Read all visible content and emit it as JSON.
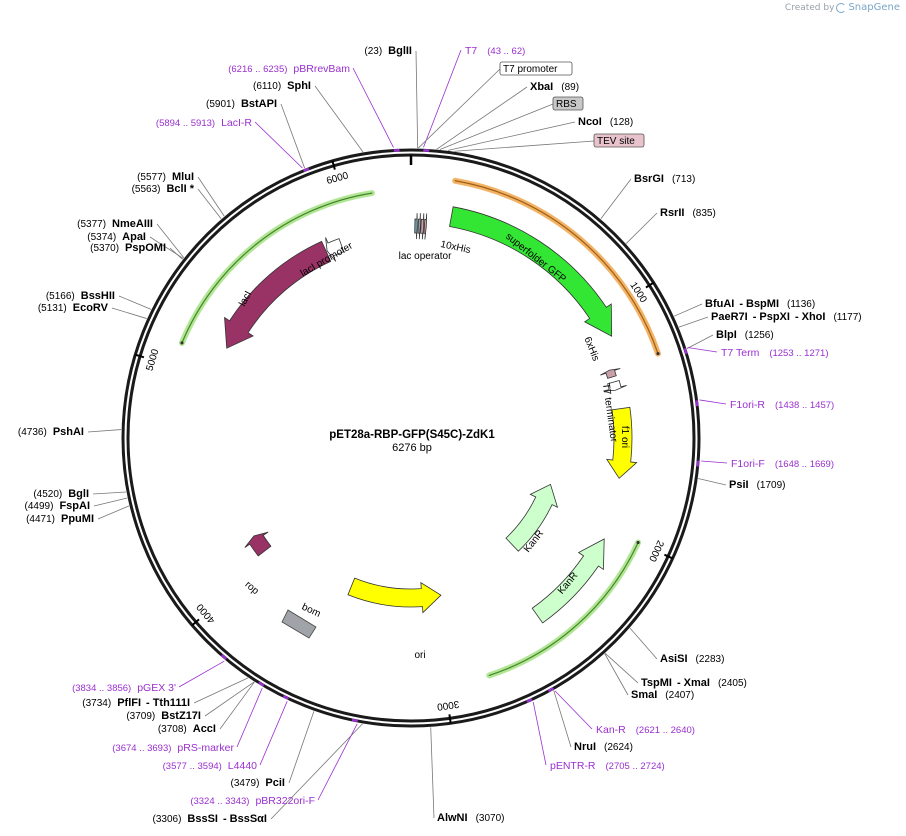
{
  "credit": {
    "prefix": "Created by",
    "brand": "SnapGene"
  },
  "plasmid": {
    "name": "pET28a-RBP-GFP(S45C)-ZdK1",
    "size": "6276 bp",
    "length": 6276
  },
  "ticks": [
    {
      "pos": 1000,
      "label": "1000"
    },
    {
      "pos": 2000,
      "label": "2000"
    },
    {
      "pos": 3000,
      "label": "3000"
    },
    {
      "pos": 4000,
      "label": "4000"
    },
    {
      "pos": 5000,
      "label": "5000"
    },
    {
      "pos": 6000,
      "label": "6000"
    }
  ],
  "sites_left": [
    {
      "name": "BglII",
      "pos": "(23)",
      "bp": 23
    },
    {
      "name": "SphI",
      "pos": "(6110)",
      "bp": 6110
    },
    {
      "name": "BstAPI",
      "pos": "(5901)",
      "bp": 5901
    },
    {
      "name": "MluI",
      "pos": "(5577)",
      "bp": 5577
    },
    {
      "name": "BclI *",
      "pos": "(5563)",
      "bp": 5563
    },
    {
      "name": "NmeAIII",
      "pos": "(5377)",
      "bp": 5377
    },
    {
      "name": "ApaI",
      "pos": "(5374)",
      "bp": 5374
    },
    {
      "name": "PspOMI",
      "pos": "(5370)",
      "bp": 5370
    },
    {
      "name": "BssHII",
      "pos": "(5166)",
      "bp": 5166
    },
    {
      "name": "EcoRV",
      "pos": "(5131)",
      "bp": 5131
    },
    {
      "name": "PshAI",
      "pos": "(4736)",
      "bp": 4736
    },
    {
      "name": "BglI",
      "pos": "(4520)",
      "bp": 4520
    },
    {
      "name": "FspAI",
      "pos": "(4499)",
      "bp": 4499
    },
    {
      "name": "PpuMI",
      "pos": "(4471)",
      "bp": 4471
    },
    {
      "name": "PflFI",
      "name2": "Tth111I",
      "pos": "(3734)",
      "bp": 3734
    },
    {
      "name": "BstZ17I",
      "pos": "(3709)",
      "bp": 3709
    },
    {
      "name": "AccI",
      "pos": "(3708)",
      "bp": 3708
    },
    {
      "name": "PciI",
      "pos": "(3479)",
      "bp": 3479
    },
    {
      "name": "BssSI",
      "name2": "BssSαI",
      "pos": "(3306)",
      "bp": 3306
    }
  ],
  "sites_right": [
    {
      "name": "XbaI",
      "pos": "(89)",
      "bp": 89
    },
    {
      "name": "NcoI",
      "pos": "(128)",
      "bp": 128
    },
    {
      "name": "BsrGI",
      "pos": "(713)",
      "bp": 713
    },
    {
      "name": "RsrII",
      "pos": "(835)",
      "bp": 835
    },
    {
      "name": "BfuAI",
      "name2": "BspMI",
      "pos": "(1136)",
      "bp": 1136
    },
    {
      "name": "PaeR7I",
      "name2": "PspXI",
      "name3": "XhoI",
      "pos": "(1177)",
      "bp": 1177
    },
    {
      "name": "BlpI",
      "pos": "(1256)",
      "bp": 1256
    },
    {
      "name": "PsiI",
      "pos": "(1709)",
      "bp": 1709
    },
    {
      "name": "AsiSI",
      "pos": "(2283)",
      "bp": 2283
    },
    {
      "name": "TspMI",
      "name2": "XmaI",
      "pos": "(2405)",
      "bp": 2405
    },
    {
      "name": "SmaI",
      "pos": "(2407)",
      "bp": 2407
    },
    {
      "name": "NruI",
      "pos": "(2624)",
      "bp": 2624
    },
    {
      "name": "AlwNI",
      "pos": "(3070)",
      "bp": 3070
    }
  ],
  "primers": [
    {
      "name": "T7",
      "range": "(43 .. 62)"
    },
    {
      "name": "pBRrevBam",
      "range": "(6216 .. 6235)"
    },
    {
      "name": "LacI-R",
      "range": "(5894 .. 5913)"
    },
    {
      "name": "T7 Term",
      "range": "(1253 .. 1271)"
    },
    {
      "name": "F1ori-R",
      "range": "(1438 .. 1457)"
    },
    {
      "name": "F1ori-F",
      "range": "(1648 .. 1669)"
    },
    {
      "name": "Kan-R",
      "range": "(2621 .. 2640)"
    },
    {
      "name": "pENTR-R",
      "range": "(2705 .. 2724)"
    },
    {
      "name": "pGEX 3'",
      "range": "(3834 .. 3856)"
    },
    {
      "name": "pRS-marker",
      "range": "(3674 .. 3693)"
    },
    {
      "name": "L4440",
      "range": "(3577 .. 3594)"
    },
    {
      "name": "pBR322ori-F",
      "range": "(3324 .. 3343)"
    }
  ],
  "boxed_features": [
    {
      "name": "T7 promoter",
      "color": "#ffffff"
    },
    {
      "name": "RBS",
      "color": "#c8c8c8"
    },
    {
      "name": "TEV site",
      "color": "#e8c3cc"
    }
  ],
  "features": [
    {
      "name": "superfolder GFP",
      "color": "#33e633"
    },
    {
      "name": "lacI",
      "color": "#993366"
    },
    {
      "name": "lacI promoter",
      "color": "#ffffff"
    },
    {
      "name": "lac operator",
      "color": "#ffffff"
    },
    {
      "name": "10xHis",
      "color": "#c8a0a8"
    },
    {
      "name": "6xHis",
      "color": "#c8a0a8"
    },
    {
      "name": "T7 terminator",
      "color": "#ffffff"
    },
    {
      "name": "f1 ori",
      "color": "#ffff00"
    },
    {
      "name": "KanR",
      "color": "#ccffcc"
    },
    {
      "name": "KanR",
      "color": "#ccffcc"
    },
    {
      "name": "ori",
      "color": "#ffff00"
    },
    {
      "name": "bom",
      "color": "#a0a4a8"
    },
    {
      "name": "rop",
      "color": "#993366"
    }
  ],
  "colors": {
    "primer": "#9a2fd0",
    "orf_orange": "#f0a040",
    "orf_green": "#9de07a"
  }
}
